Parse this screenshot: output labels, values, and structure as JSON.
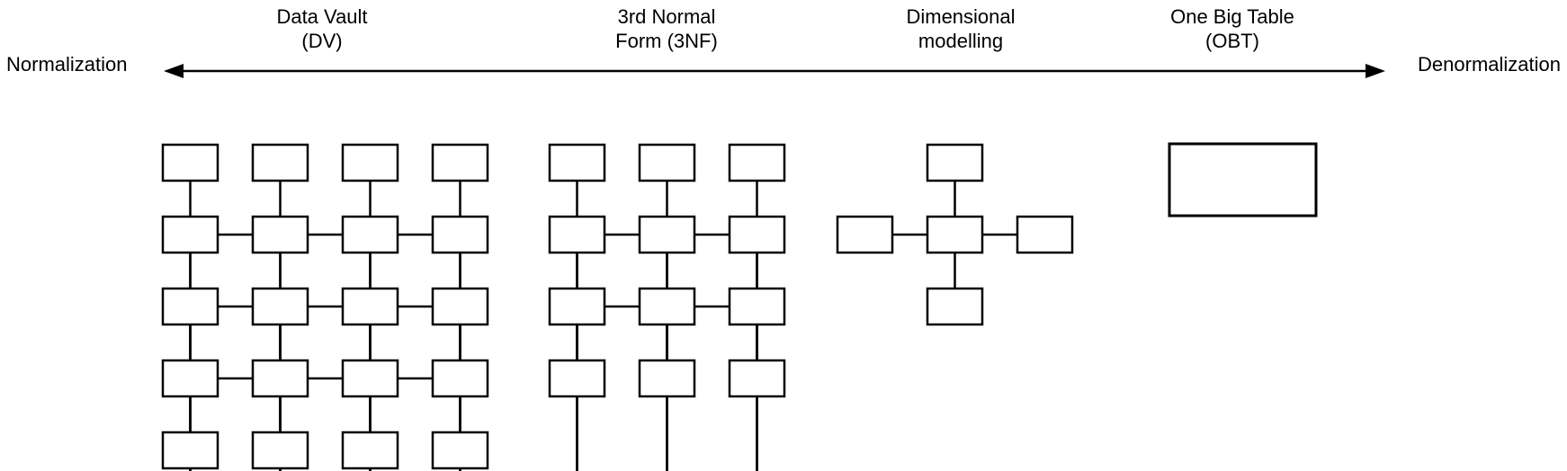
{
  "page": {
    "background_color": "#ffffff",
    "ink_color": "#000000"
  },
  "axis": {
    "left_label": "Normalization",
    "right_label": "Denormalization",
    "arrow_style": "double-headed"
  },
  "methods": [
    {
      "id": "data-vault",
      "title_line1": "Data Vault",
      "title_line2": "(DV)",
      "schema": {
        "type": "grid",
        "columns": 4,
        "rows": 5,
        "table_count": 20,
        "horizontally_linked_rows": [
          2,
          3,
          4
        ],
        "vertically_linked_columns": [
          1,
          2,
          3,
          4
        ]
      }
    },
    {
      "id": "third-normal-form",
      "title_line1": "3rd Normal",
      "title_line2": "Form (3NF)",
      "schema": {
        "type": "grid",
        "columns": 3,
        "rows": 4,
        "table_count": 12,
        "horizontally_linked_rows": [
          2,
          3
        ],
        "vertically_linked_columns": [
          1,
          2,
          3
        ]
      }
    },
    {
      "id": "dimensional-modelling",
      "title_line1": "Dimensional",
      "title_line2": "modelling",
      "schema": {
        "type": "star",
        "fact_tables": 1,
        "dimension_tables": 4,
        "table_count": 5
      }
    },
    {
      "id": "one-big-table",
      "title_line1": "One Big Table",
      "title_line2": "(OBT)",
      "schema": {
        "type": "single-table",
        "table_count": 1
      }
    }
  ]
}
